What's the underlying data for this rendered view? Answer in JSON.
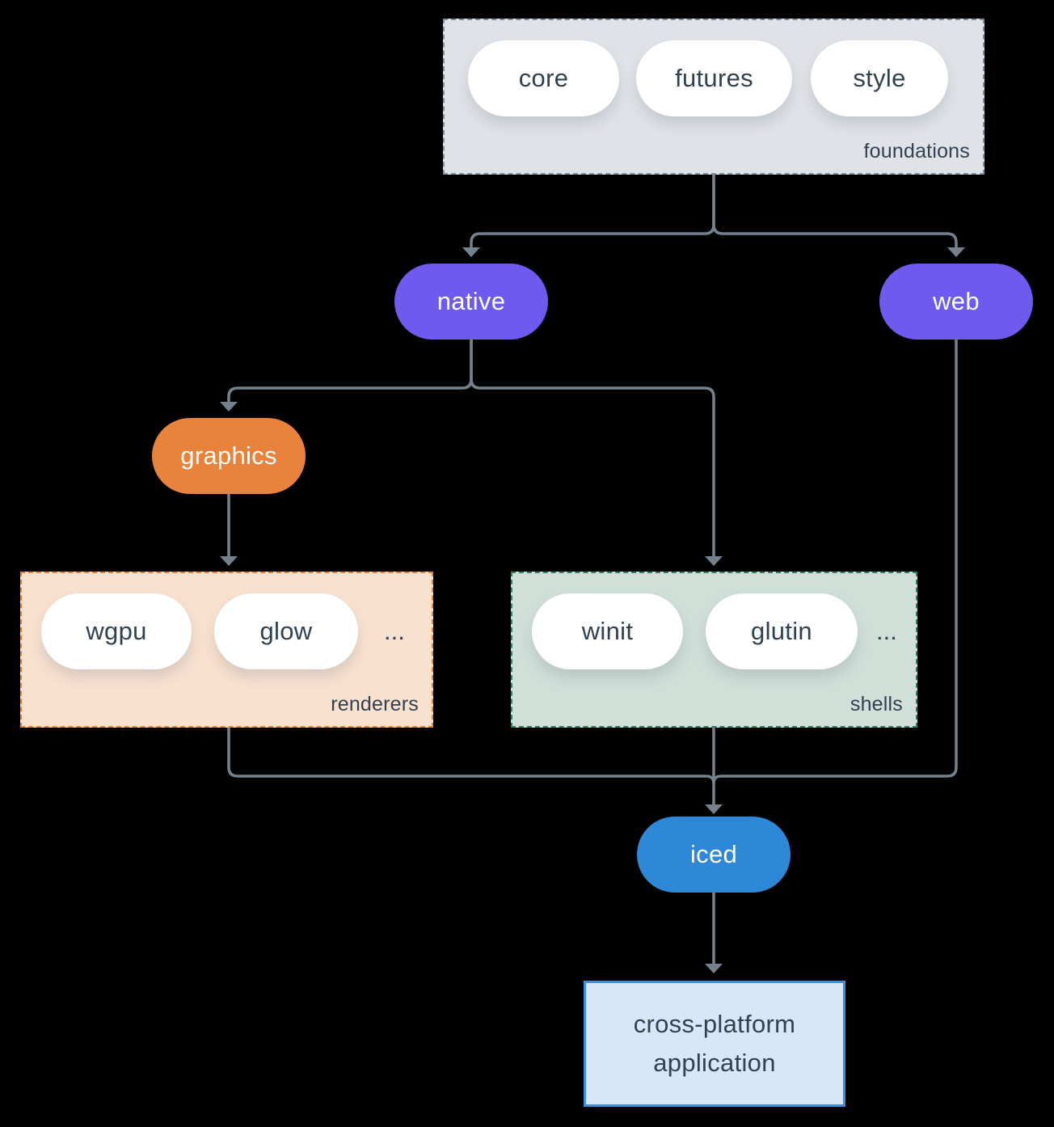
{
  "canvas": {
    "background": "#000000",
    "arrow_color": "#75828e",
    "text_color": "#324150"
  },
  "foundations": {
    "label": "foundations",
    "fill": "#dfe3e7",
    "border": "#7e8e9d",
    "items": [
      "core",
      "futures",
      "style"
    ]
  },
  "tiers": {
    "native": {
      "label": "native",
      "fill": "#6e5aef",
      "text": "#ffffff"
    },
    "web": {
      "label": "web",
      "fill": "#6e5aef",
      "text": "#ffffff"
    },
    "graphics": {
      "label": "graphics",
      "fill": "#e8823c",
      "text": "#ffffff"
    },
    "iced": {
      "label": "iced",
      "fill": "#2e88d8",
      "text": "#ffffff"
    }
  },
  "renderers": {
    "label": "renderers",
    "fill": "#f9e1d0",
    "border": "#e8822e",
    "items": [
      "wgpu",
      "glow"
    ],
    "more": "..."
  },
  "shells": {
    "label": "shells",
    "fill": "#d0dfd8",
    "border": "#2f7e6d",
    "items": [
      "winit",
      "glutin"
    ],
    "more": "..."
  },
  "application": {
    "line1": "cross-platform",
    "line2": "application",
    "fill": "#d5e7f8",
    "border": "#3e8fd8"
  }
}
